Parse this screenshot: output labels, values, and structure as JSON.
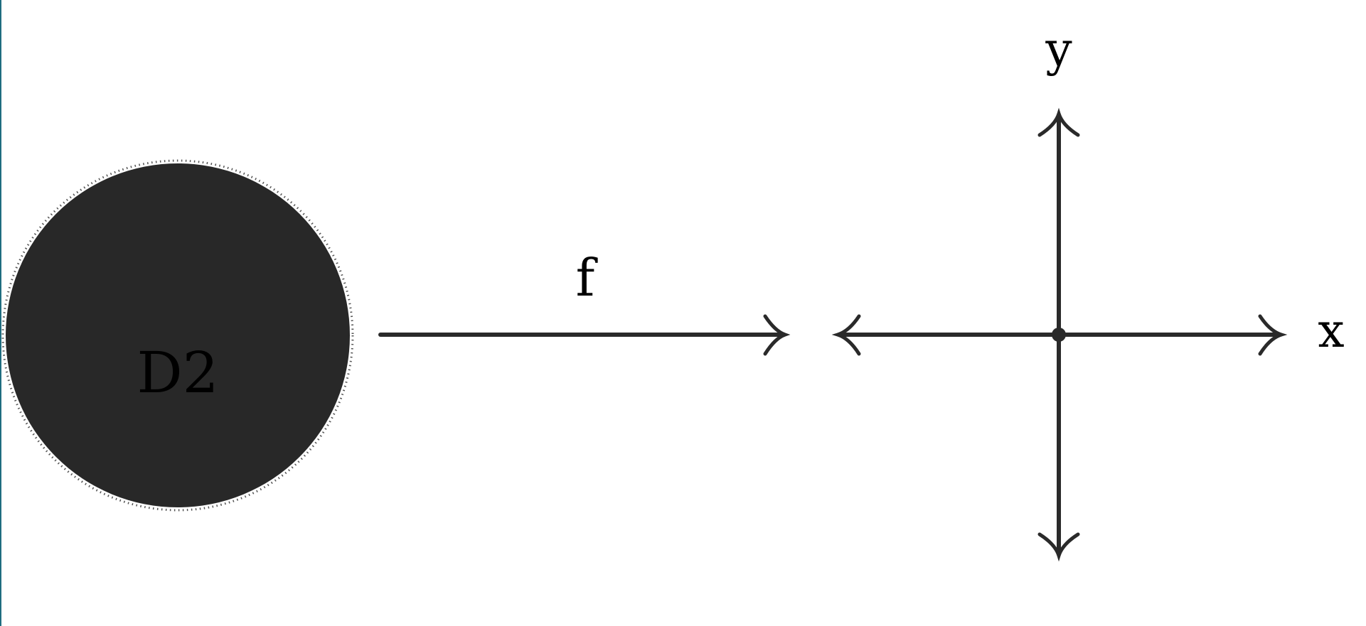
{
  "diagram": {
    "disk": {
      "label": "D2"
    },
    "map": {
      "label": "f"
    },
    "axes": {
      "x_label": "x",
      "y_label": "y"
    }
  },
  "colors": {
    "ink": "#2a2a2a",
    "disk_fill": "#282828",
    "dot_outline": "#555555",
    "edge_strip": "#1f6d80"
  }
}
